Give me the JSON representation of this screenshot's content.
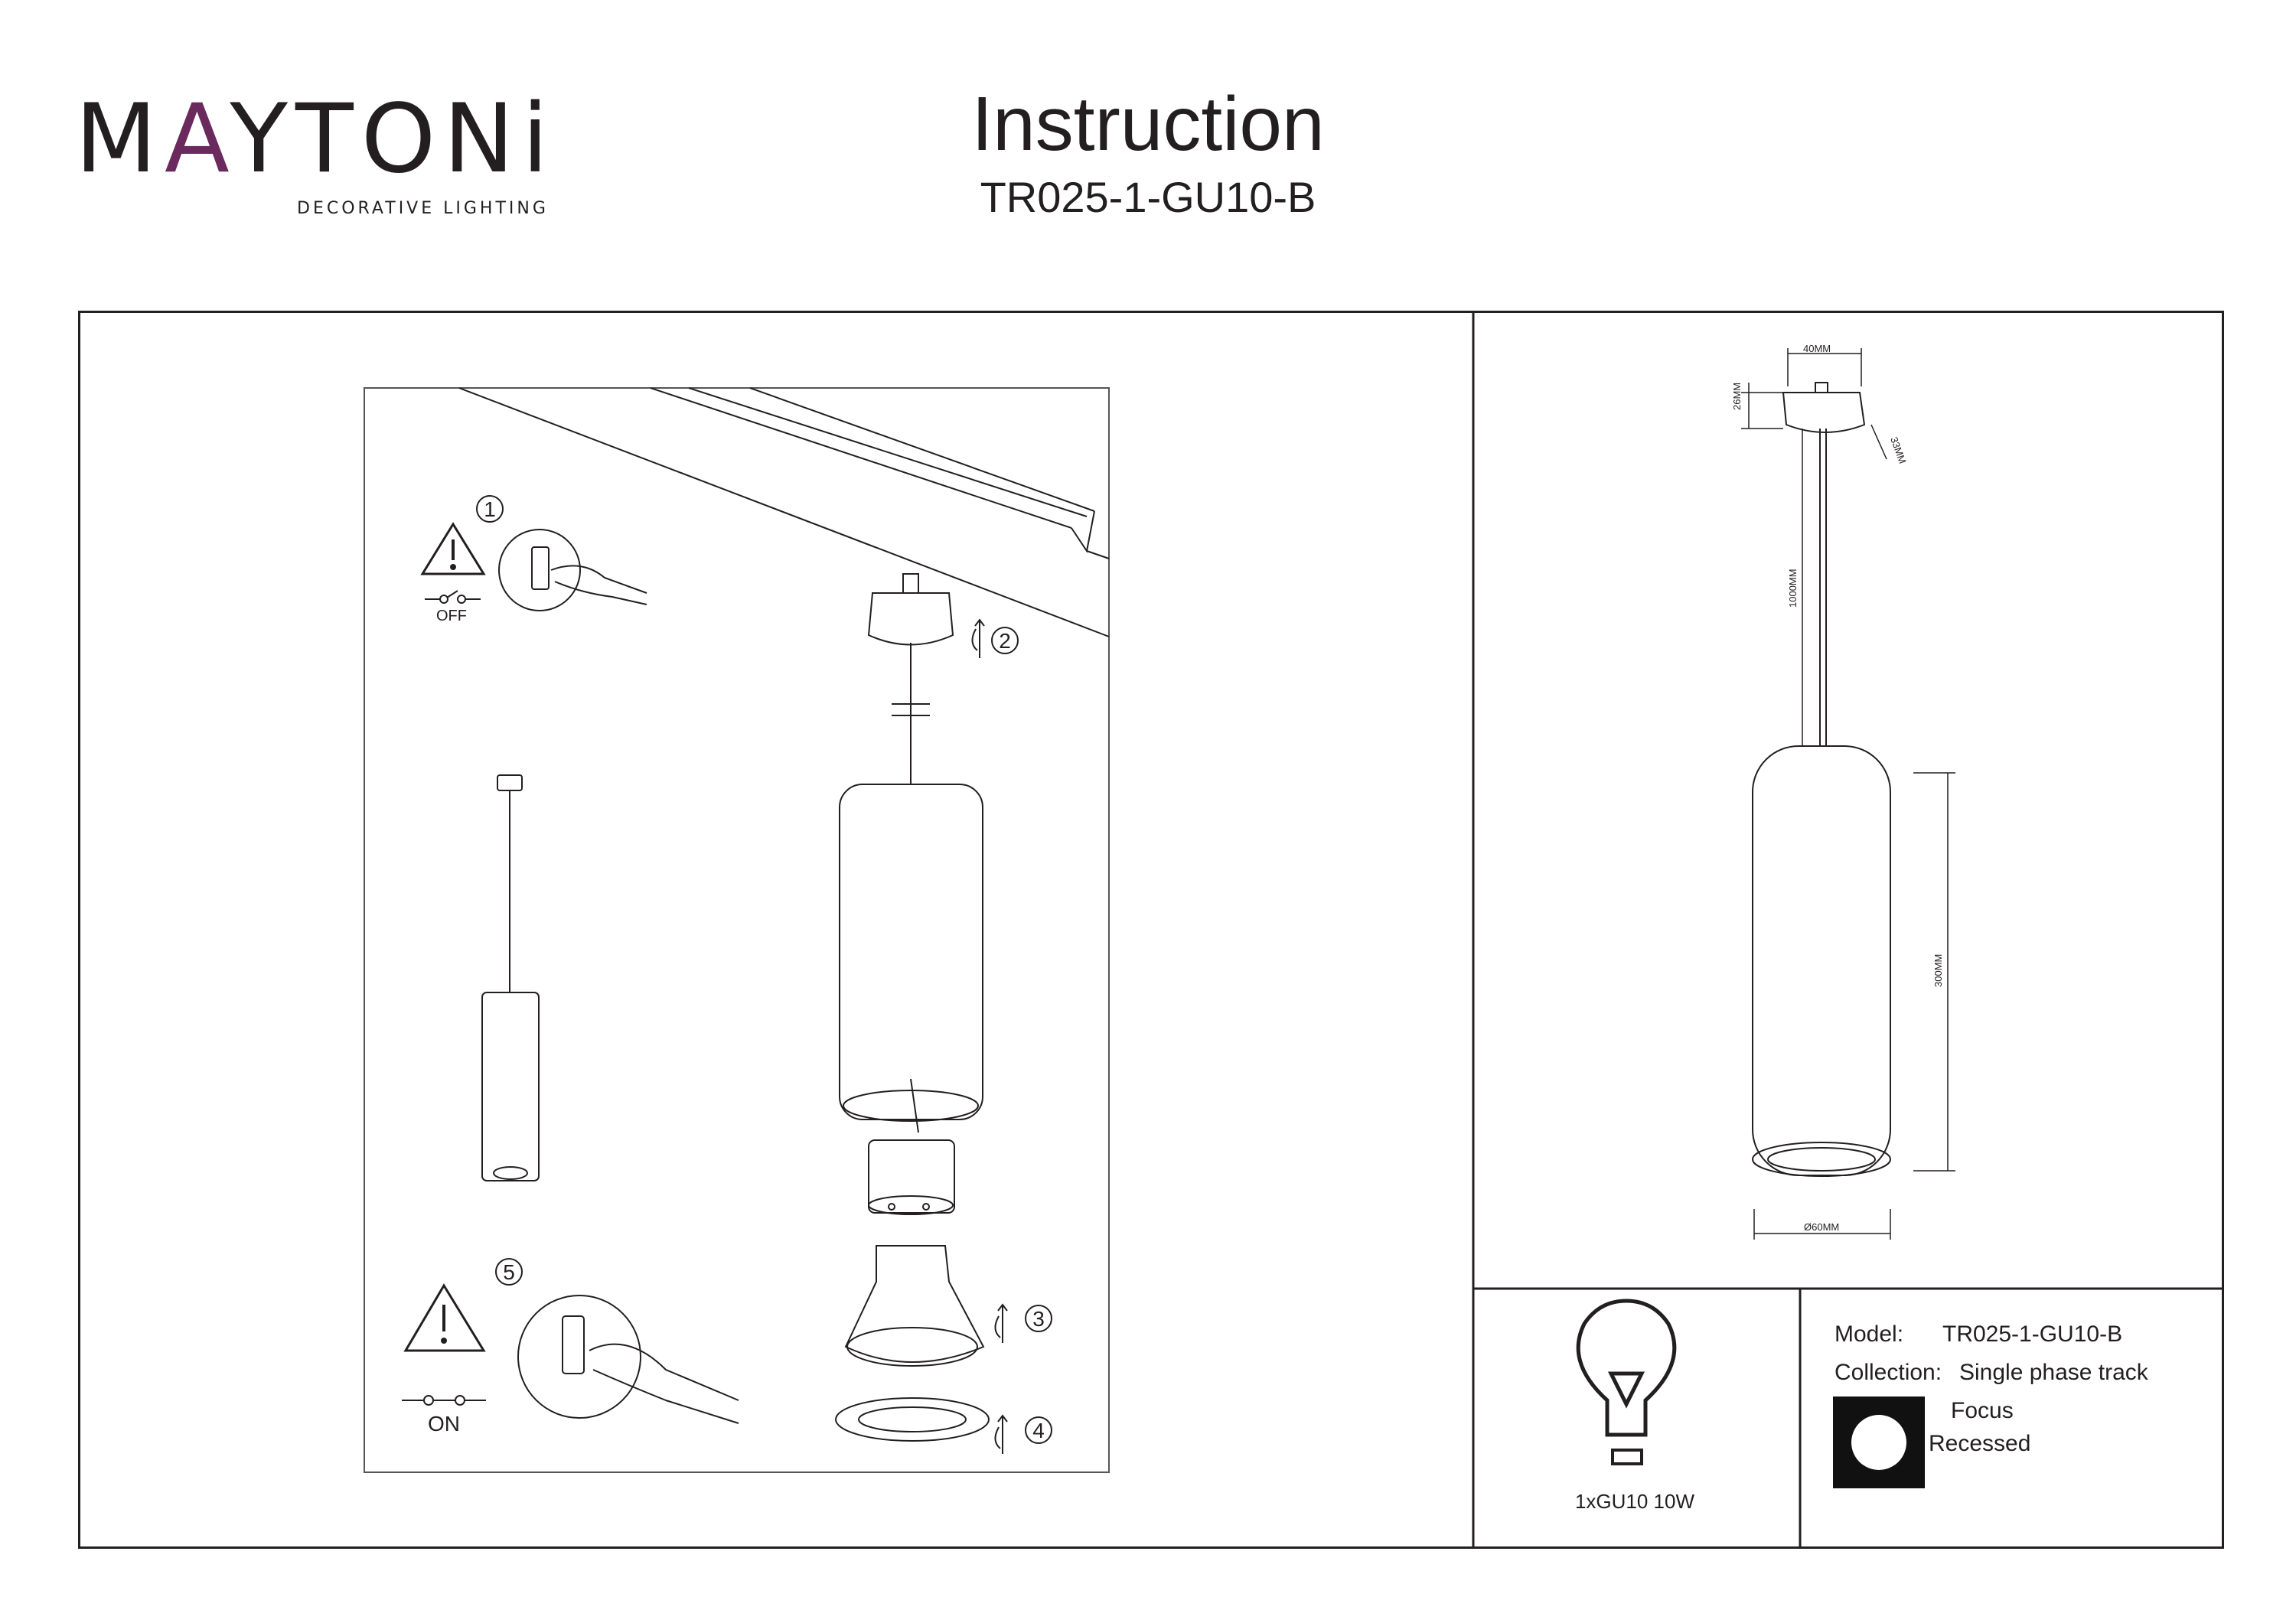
{
  "brand": {
    "name_prefix": "M",
    "name_accent": "A",
    "name_rest": "YTONi",
    "tagline": "DECORATIVE LIGHTING",
    "accent_color": "#6b2a5d"
  },
  "header": {
    "title": "Instruction",
    "model_code": "TR025-1-GU10-B"
  },
  "steps": {
    "step1": "1",
    "step2": "2",
    "step3": "3",
    "step4": "4",
    "step5": "5",
    "switch_off": "OFF",
    "switch_on": "ON"
  },
  "dimensions": {
    "width_top": "40MM",
    "height_top": "26MM",
    "depth_top": "33MM",
    "cable": "1000MM",
    "body_height": "300MM",
    "diameter": "Ø60MM"
  },
  "bulb": {
    "icon": "bulb-icon",
    "spec": "1xGU10 10W"
  },
  "specs": {
    "model_label": "Model:",
    "model_value": "TR025-1-GU10-B",
    "collection_label": "Collection:",
    "collection_value": "Single phase track",
    "type_line1": "Focus",
    "type_line2": "Recessed",
    "icon": "recessed-icon"
  }
}
